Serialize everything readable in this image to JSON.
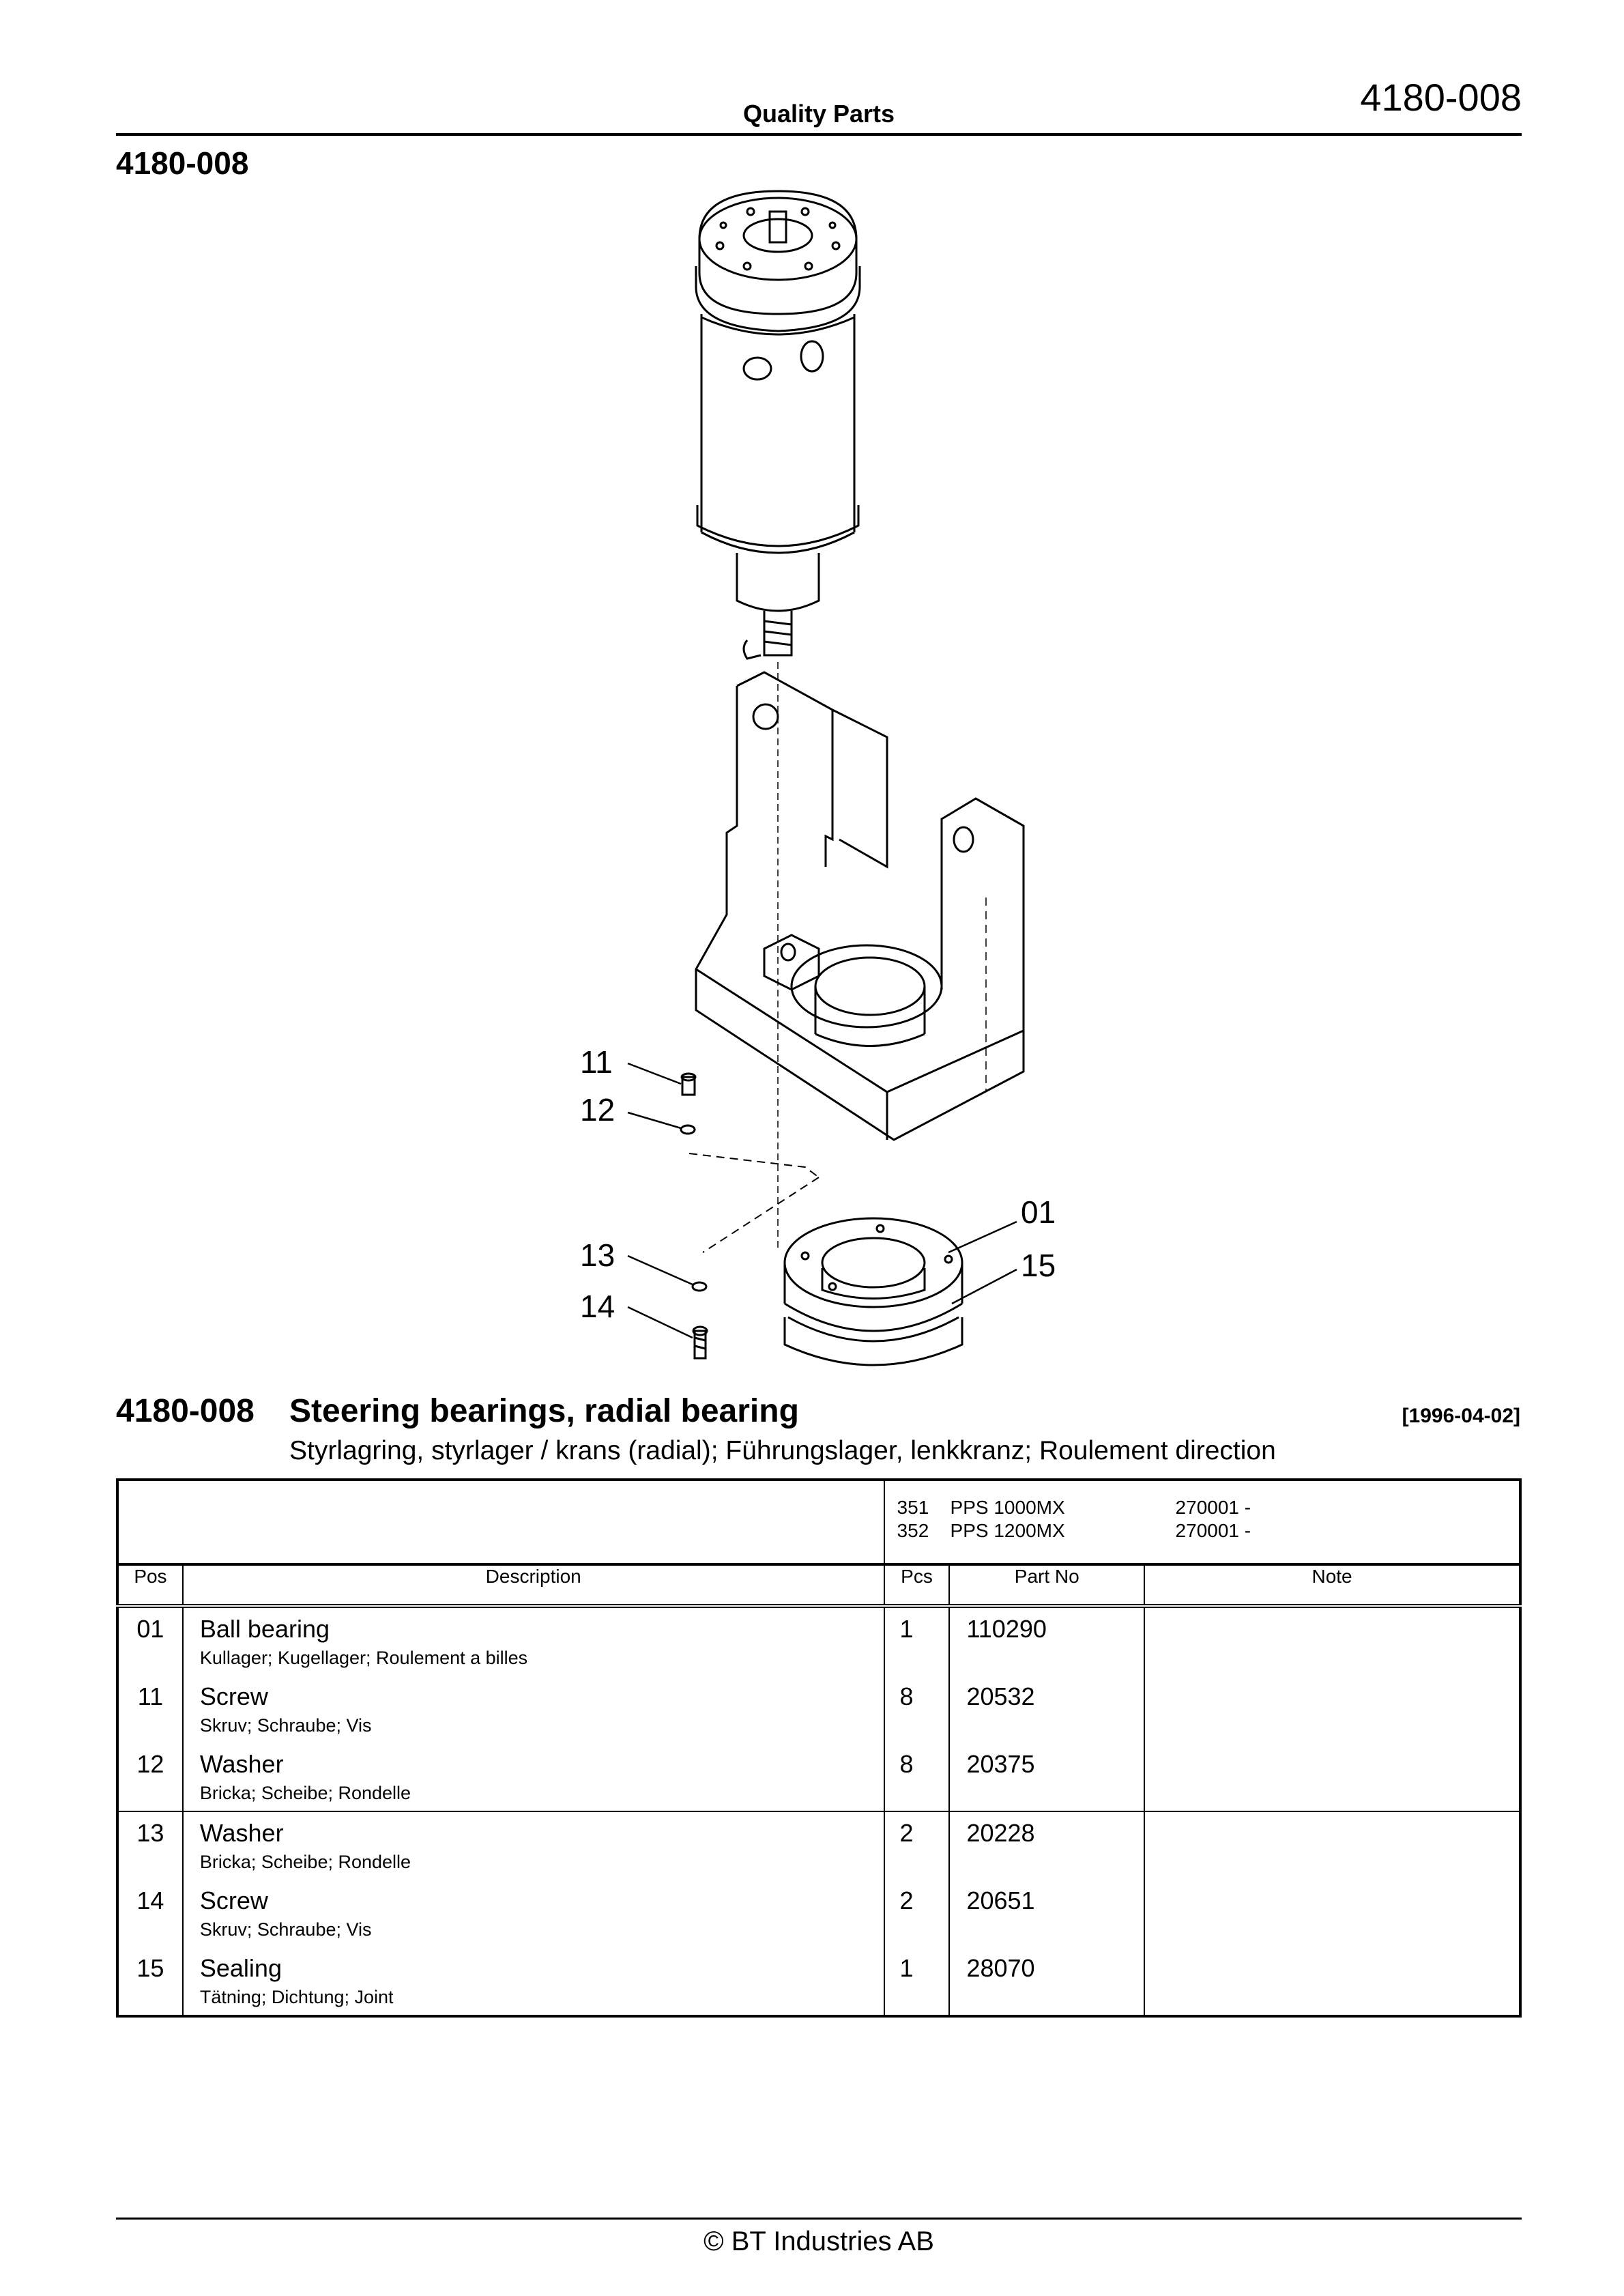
{
  "header": {
    "center_title": "Quality Parts",
    "doc_number": "4180-008"
  },
  "drawing": {
    "label": "4180-008",
    "callouts": [
      "11",
      "12",
      "13",
      "14",
      "01",
      "15"
    ]
  },
  "section": {
    "code": "4180-008",
    "title": "Steering bearings, radial bearing",
    "date": "[1996-04-02]",
    "subtitle": "Styrlagring, styrlager / krans (radial); Führungslager, lenkkranz; Roulement direction"
  },
  "models": [
    {
      "code": "351",
      "name": "PPS 1000MX",
      "serial": "270001 -"
    },
    {
      "code": "352",
      "name": "PPS 1200MX",
      "serial": "270001 -"
    }
  ],
  "table": {
    "headers": {
      "pos": "Pos",
      "description": "Description",
      "pcs": "Pcs",
      "part_no": "Part No",
      "note": "Note"
    },
    "rows": [
      {
        "pos": "01",
        "desc": "Ball bearing",
        "sub": "Kullager; Kugellager; Roulement a billes",
        "pcs": "1",
        "part_no": "110290",
        "note": ""
      },
      {
        "pos": "11",
        "desc": "Screw",
        "sub": "Skruv; Schraube; Vis",
        "pcs": "8",
        "part_no": "20532",
        "note": ""
      },
      {
        "pos": "12",
        "desc": "Washer",
        "sub": "Bricka; Scheibe; Rondelle",
        "pcs": "8",
        "part_no": "20375",
        "note": ""
      },
      {
        "pos": "13",
        "desc": "Washer",
        "sub": "Bricka; Scheibe; Rondelle",
        "pcs": "2",
        "part_no": "20228",
        "note": ""
      },
      {
        "pos": "14",
        "desc": "Screw",
        "sub": "Skruv; Schraube; Vis",
        "pcs": "2",
        "part_no": "20651",
        "note": ""
      },
      {
        "pos": "15",
        "desc": "Sealing",
        "sub": "Tätning; Dichtung; Joint",
        "pcs": "1",
        "part_no": "28070",
        "note": ""
      }
    ]
  },
  "footer": {
    "copyright": "© BT Industries AB"
  }
}
